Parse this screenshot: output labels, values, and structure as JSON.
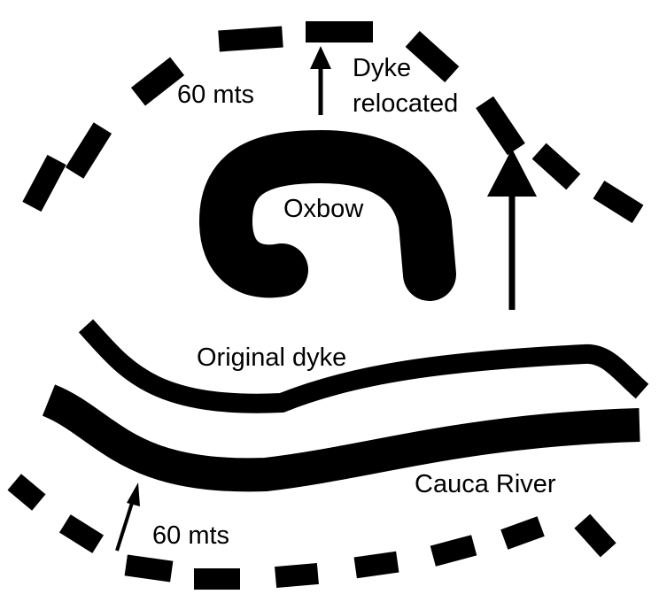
{
  "colors": {
    "ink": "#000000",
    "background": "#ffffff"
  },
  "labels": {
    "top_distance": "60 mts",
    "dyke_relocated_line1": "Dyke",
    "dyke_relocated_line2": "relocated",
    "oxbow": "Oxbow",
    "original_dyke": "Original dyke",
    "river": "Cauca River",
    "bottom_distance": "60 mts"
  }
}
